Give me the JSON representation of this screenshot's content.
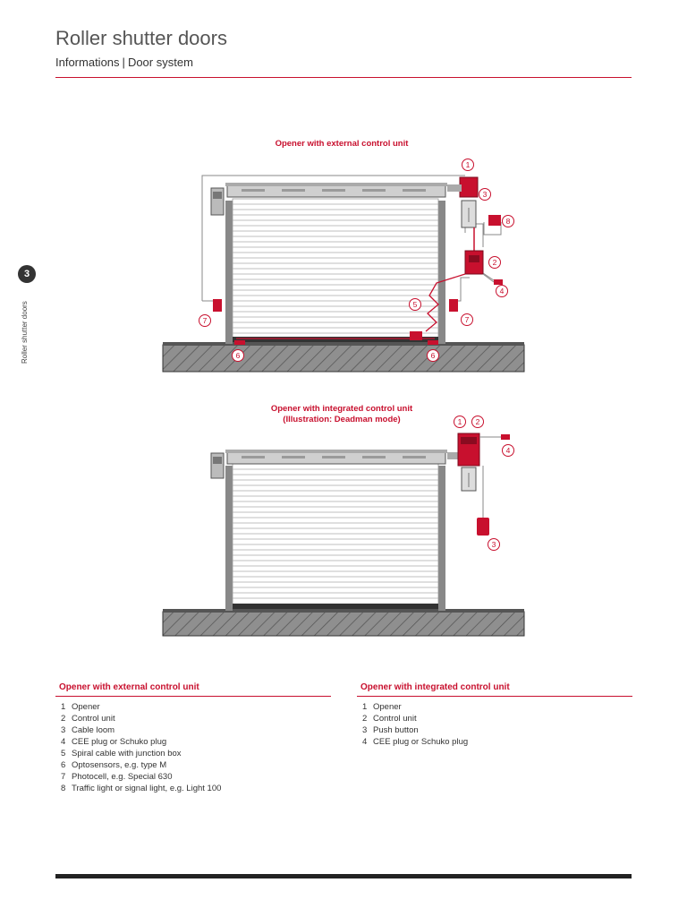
{
  "header": {
    "title": "Roller shutter doors",
    "subtitle_left": "Informations",
    "subtitle_sep": "|",
    "subtitle_right": "Door system"
  },
  "side_tab": {
    "number": "3",
    "label": "Roller shutter doors"
  },
  "diagram_external": {
    "caption": "Opener with external control unit",
    "callouts": [
      "1",
      "3",
      "8",
      "2",
      "4",
      "5",
      "7",
      "7",
      "6",
      "6"
    ]
  },
  "diagram_integrated": {
    "caption_line1": "Opener with integrated control unit",
    "caption_line2": "(Illustration: Deadman mode)",
    "callouts": [
      "1",
      "2",
      "4",
      "3"
    ]
  },
  "legend_external": {
    "title": "Opener with external control unit",
    "items": [
      {
        "num": "1",
        "label": "Opener"
      },
      {
        "num": "2",
        "label": "Control unit"
      },
      {
        "num": "3",
        "label": "Cable loom"
      },
      {
        "num": "4",
        "label": "CEE plug or Schuko plug"
      },
      {
        "num": "5",
        "label": "Spiral cable with junction box"
      },
      {
        "num": "6",
        "label": "Optosensors, e.g. type M"
      },
      {
        "num": "7",
        "label": "Photocell, e.g. Special 630"
      },
      {
        "num": "8",
        "label": "Traffic light or signal light, e.g. Light 100"
      }
    ]
  },
  "legend_integrated": {
    "title": "Opener with integrated control unit",
    "items": [
      {
        "num": "1",
        "label": "Opener"
      },
      {
        "num": "2",
        "label": "Control unit"
      },
      {
        "num": "3",
        "label": "Push button"
      },
      {
        "num": "4",
        "label": "CEE plug or Schuko plug"
      }
    ]
  },
  "colors": {
    "accent": "#c8102e",
    "door": "#d9d9d9",
    "floor": "#8c8c8c"
  }
}
